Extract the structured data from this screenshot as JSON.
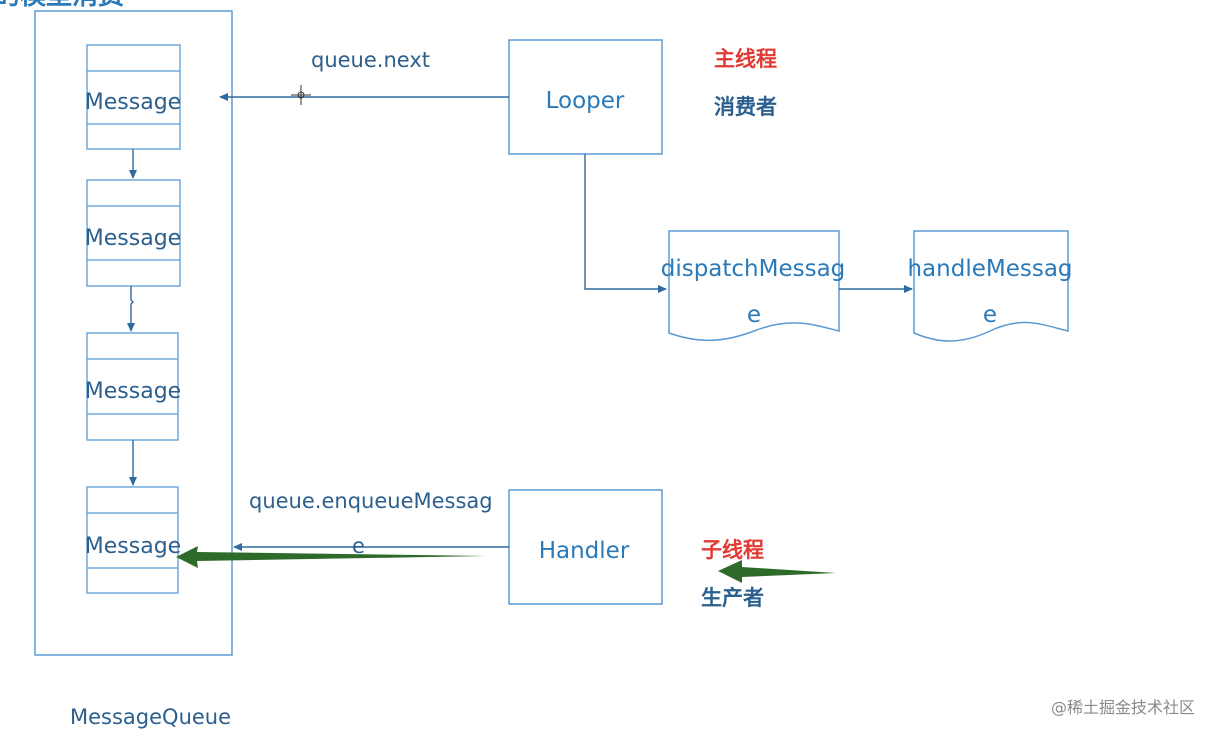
{
  "diagram": {
    "header_fragment": "的模型消费",
    "queue": {
      "label": "MessageQueue",
      "messages": [
        "Message",
        "Message",
        "Message",
        "Message"
      ]
    },
    "looper": {
      "label": "Looper"
    },
    "handler": {
      "label": "Handler"
    },
    "dispatch": {
      "line1": "dispatchMessag",
      "line2": "e"
    },
    "handle": {
      "line1": "handleMessag",
      "line2": "e"
    },
    "calls": {
      "next": "queue.next",
      "enqueue_line1": "queue.enqueueMessag",
      "enqueue_line2": "e"
    },
    "threads": {
      "main_label": "主线程",
      "main_role": "消费者",
      "sub_label": "子线程",
      "sub_role": "生产者"
    },
    "watermark": "@稀土掘金技术社区",
    "colors": {
      "box_stroke": "#5b9bd5",
      "line": "#2f6aa0",
      "accent_red": "#e03a33",
      "arrow_green": "#2e6b2a"
    }
  }
}
